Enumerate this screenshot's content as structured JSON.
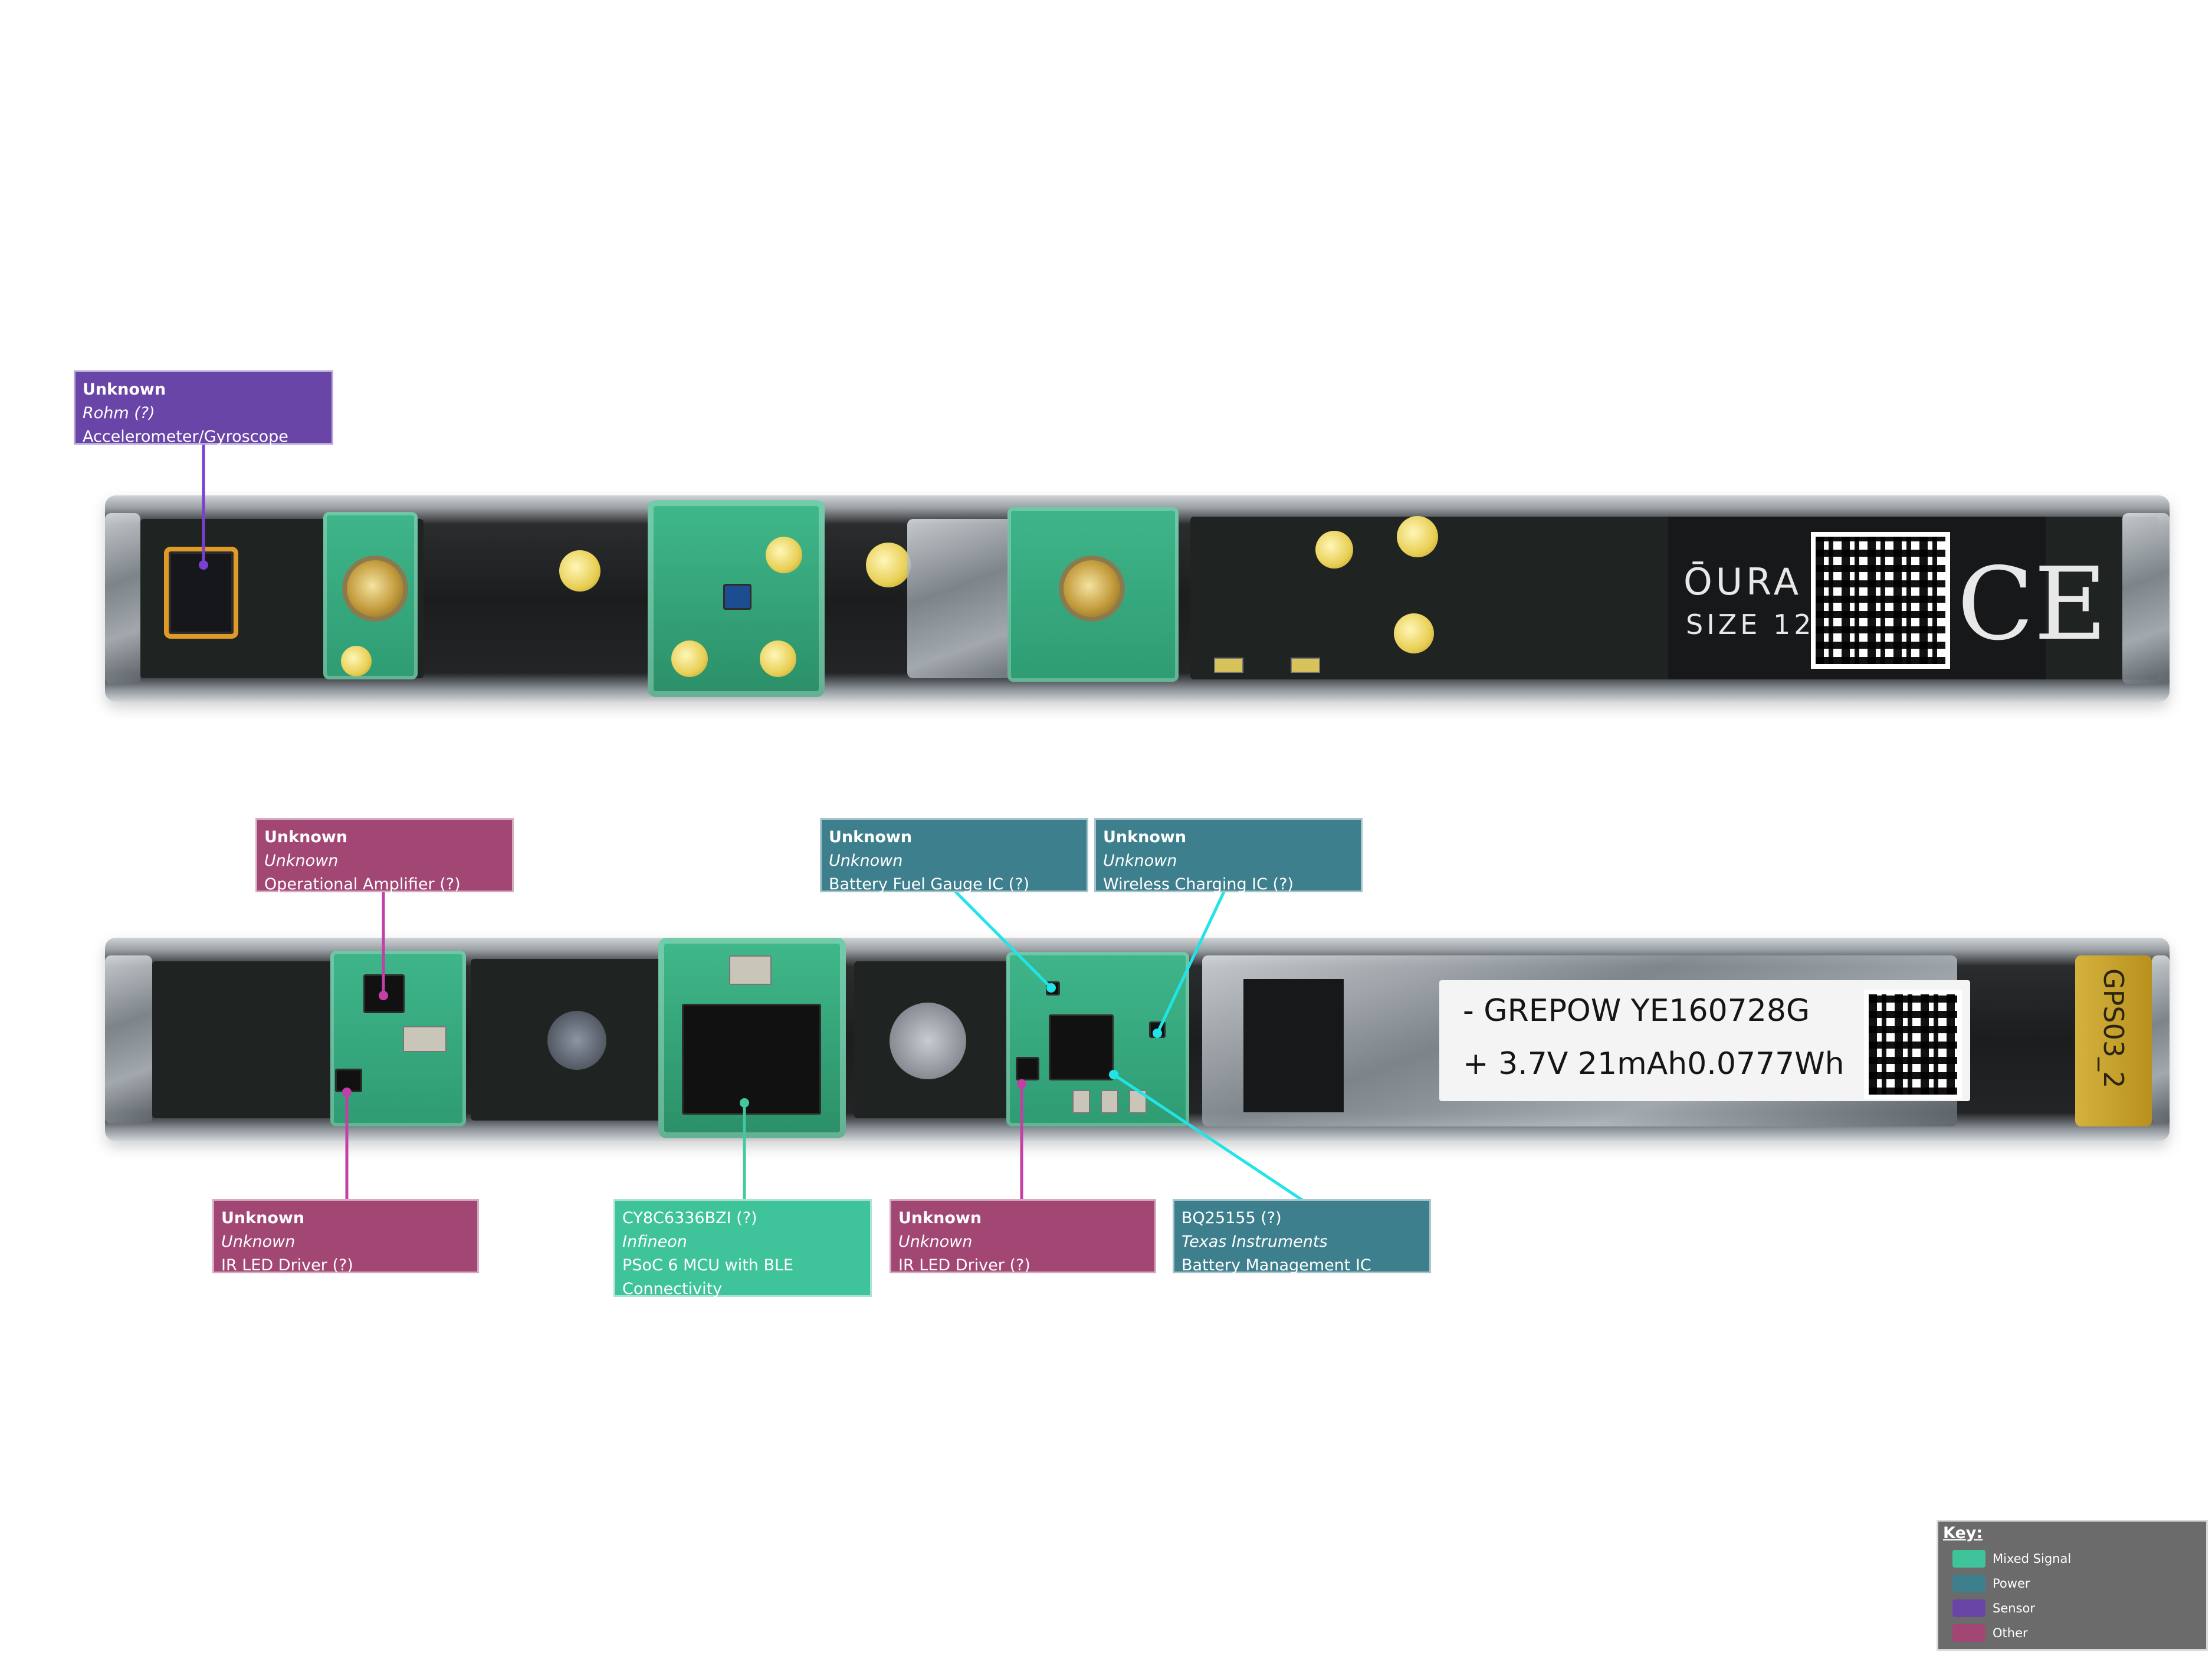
{
  "components": {
    "accelerometer": {
      "name": "Unknown",
      "maker": "Rohm (?)",
      "function": "Accelerometer/Gyroscope",
      "category": "Sensor"
    },
    "op_amp": {
      "name": "Unknown",
      "maker": "Unknown",
      "function": "Operational Amplifier (?)",
      "category": "Other"
    },
    "fuel_gauge": {
      "name": "Unknown",
      "maker": "Unknown",
      "function": "Battery Fuel Gauge IC (?)",
      "category": "Power"
    },
    "wireless_charging": {
      "name": "Unknown",
      "maker": "Unknown",
      "function": "Wireless Charging IC (?)",
      "category": "Power"
    },
    "ir_led_driver_1": {
      "name": "Unknown",
      "maker": "Unknown",
      "function": "IR LED Driver (?)",
      "category": "Other"
    },
    "mcu": {
      "name": "CY8C6336BZI (?)",
      "maker": "Infineon",
      "function": "PSoC 6 MCU with BLE Connectivity",
      "category": "Mixed Signal"
    },
    "ir_led_driver_2": {
      "name": "Unknown",
      "maker": "Unknown",
      "function": "IR LED Driver (?)",
      "category": "Other"
    },
    "battery_mgmt": {
      "name": "BQ25155 (?)",
      "maker": "Texas Instruments",
      "function": "Battery Management IC",
      "category": "Power"
    }
  },
  "board_markings": {
    "brand": "ŌURA",
    "size": "SIZE 12",
    "battery_line1": "- GREPOW YE160728G",
    "battery_line2": "+ 3.7V 21mAh0.0777Wh",
    "tape_code": "GPS03_2"
  },
  "key": {
    "title": "Key:",
    "items": [
      {
        "label": "Mixed Signal",
        "color": "#3fc39a"
      },
      {
        "label": "Power",
        "color": "#3e7f8d"
      },
      {
        "label": "Sensor",
        "color": "#6a45a8"
      },
      {
        "label": "Other",
        "color": "#a24674"
      }
    ]
  },
  "colors": {
    "sensor": "#6a45a8",
    "other": "#a24674",
    "power": "#3e7f8d",
    "mixed_signal": "#3fc39a",
    "leader_sensor": "#7b3fd1",
    "leader_other": "#c23fa8",
    "leader_power": "#22e3e6",
    "leader_mixed": "#43c79f"
  }
}
